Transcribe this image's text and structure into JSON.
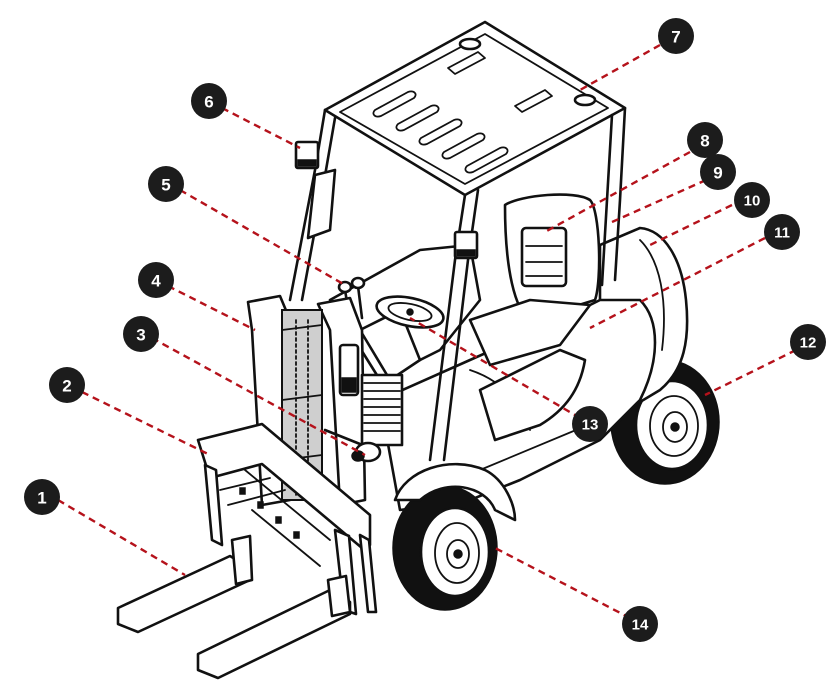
{
  "style": {
    "callout_color": "#b5121b",
    "badge_color": "#1c1c1c",
    "line_color": "#111111"
  },
  "callouts": [
    {
      "num": "1"
    },
    {
      "num": "2"
    },
    {
      "num": "3"
    },
    {
      "num": "4"
    },
    {
      "num": "5"
    },
    {
      "num": "6"
    },
    {
      "num": "7"
    },
    {
      "num": "8"
    },
    {
      "num": "9"
    },
    {
      "num": "10"
    },
    {
      "num": "11"
    },
    {
      "num": "12"
    },
    {
      "num": "13"
    },
    {
      "num": "14"
    }
  ]
}
